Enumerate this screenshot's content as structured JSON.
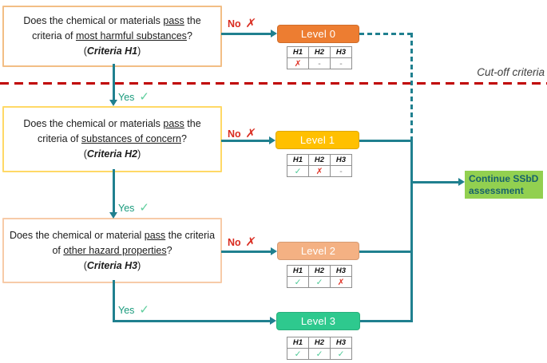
{
  "palette": {
    "connector_teal": "#20808f",
    "cutoff_red": "#c00000",
    "no_red": "#d92b1f",
    "yes_green": "#1a9b7d",
    "check_green": "#4cc996",
    "cross_red": "#e0382b"
  },
  "cutoff_label": "Cut-off criteria",
  "edges": {
    "no": "No",
    "yes": "Yes",
    "cross": "✗",
    "check": "✓"
  },
  "questions": [
    {
      "border": "#f2be85",
      "lines": [
        [
          {
            "t": "Does the chemical or materials "
          },
          {
            "t": "pass",
            "s": "u"
          },
          {
            "t": " the"
          }
        ],
        [
          {
            "t": "criteria of "
          },
          {
            "t": "most harmful substances",
            "s": "u"
          },
          {
            "t": "?"
          }
        ],
        [
          {
            "t": "("
          },
          {
            "t": "Criteria H1",
            "s": "bi"
          },
          {
            "t": ")"
          }
        ]
      ]
    },
    {
      "border": "#ffd966",
      "lines": [
        [
          {
            "t": "Does the chemical or materials "
          },
          {
            "t": "pass",
            "s": "u"
          },
          {
            "t": " the"
          }
        ],
        [
          {
            "t": "criteria of "
          },
          {
            "t": "substances of concern",
            "s": "u"
          },
          {
            "t": "?"
          }
        ],
        [
          {
            "t": "("
          },
          {
            "t": "Criteria H2",
            "s": "bi"
          },
          {
            "t": ")"
          }
        ]
      ]
    },
    {
      "border": "#f7cba8",
      "lines": [
        [
          {
            "t": "Does the chemical or material "
          },
          {
            "t": "pass",
            "s": "u"
          },
          {
            "t": " the criteria"
          }
        ],
        [
          {
            "t": "of "
          },
          {
            "t": "other hazard properties",
            "s": "u"
          },
          {
            "t": "?"
          }
        ],
        [
          {
            "t": "("
          },
          {
            "t": "Criteria H3",
            "s": "bi"
          },
          {
            "t": ")"
          }
        ]
      ]
    }
  ],
  "levels": [
    {
      "label": "Level 0",
      "fill": "#ed7d31",
      "headers": [
        "H1",
        "H2",
        "H3"
      ],
      "values": [
        "✗",
        "-",
        "-"
      ]
    },
    {
      "label": "Level 1",
      "fill": "#ffc000",
      "headers": [
        "H1",
        "H2",
        "H3"
      ],
      "values": [
        "✓",
        "✗",
        "-"
      ]
    },
    {
      "label": "Level 2",
      "fill": "#f4b183",
      "headers": [
        "H1",
        "H2",
        "H3"
      ],
      "values": [
        "✓",
        "✓",
        "✗"
      ]
    },
    {
      "label": "Level 3",
      "fill": "#2ec98e",
      "headers": [
        "H1",
        "H2",
        "H3"
      ],
      "values": [
        "✓",
        "✓",
        "✓"
      ]
    }
  ],
  "continue_box": {
    "label": "Continue SSbD assessment",
    "fill": "#92d050"
  }
}
